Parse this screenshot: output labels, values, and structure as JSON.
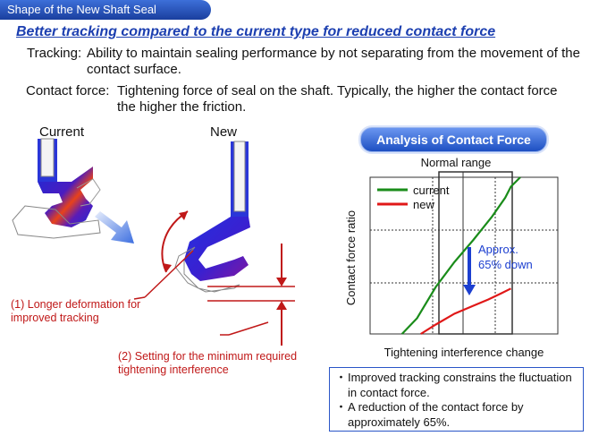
{
  "header": {
    "title": "Shape of the New Shaft Seal"
  },
  "subtitle": "Better tracking compared to the current type for reduced contact force",
  "definitions": [
    {
      "term": "Tracking:",
      "text": "Ability to maintain sealing performance by not separating from the movement of the contact surface."
    },
    {
      "term": "Contact force:",
      "text": "Tightening force of seal on the shaft. Typically, the higher the contact force the higher the friction."
    }
  ],
  "figure": {
    "current_label": "Current",
    "new_label": "New",
    "note1": "(1) Longer deformation for improved tracking",
    "note2": "(2) Setting for the minimum required tightening interference"
  },
  "chart_title": "Analysis of Contact Force",
  "chart_data": {
    "type": "line",
    "xlabel": "Tightening interference change",
    "ylabel": "Contact force ratio",
    "band_label": "Normal range",
    "series": [
      {
        "name": "current",
        "color": "#1a8c1a",
        "points": [
          [
            0.17,
            0.0
          ],
          [
            0.25,
            0.1
          ],
          [
            0.35,
            0.3
          ],
          [
            0.45,
            0.46
          ],
          [
            0.55,
            0.6
          ],
          [
            0.65,
            0.75
          ],
          [
            0.72,
            0.87
          ],
          [
            0.75,
            0.94
          ],
          [
            0.8,
            1.0
          ]
        ]
      },
      {
        "name": "new",
        "color": "#e01818",
        "points": [
          [
            0.27,
            0.0
          ],
          [
            0.35,
            0.06
          ],
          [
            0.45,
            0.13
          ],
          [
            0.55,
            0.18
          ],
          [
            0.63,
            0.22
          ],
          [
            0.7,
            0.26
          ],
          [
            0.75,
            0.29
          ]
        ]
      }
    ],
    "annotation": "Approx. 65% down"
  },
  "bullets": [
    "Improved tracking constrains the fluctuation in contact force.",
    "A reduction of the contact force by approximately 65%."
  ],
  "colors": {
    "accent": "#1c3fb0",
    "seal": "#1a2ad8",
    "arrow_red": "#c01818"
  }
}
